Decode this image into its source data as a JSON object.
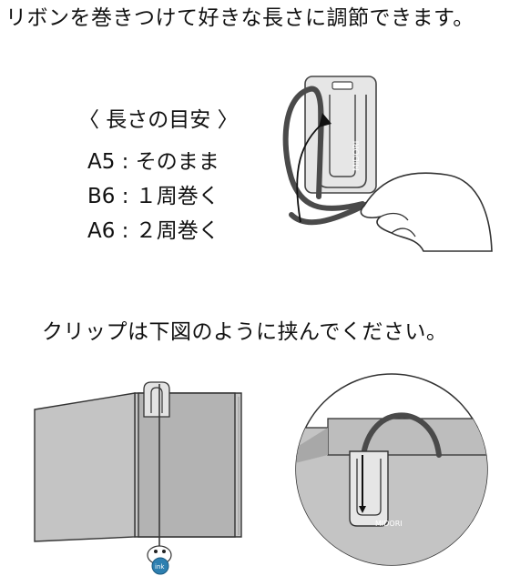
{
  "top_caption": "リボンを巻きつけて好きな長さに調節できます。",
  "guide": {
    "heading": "〈 長さの目安 〉",
    "lines": [
      "A5 : そのまま",
      "B6 : １周巻く",
      "A6 : ２周巻く"
    ]
  },
  "mid_caption": "クリップは下図のように挟んでください。",
  "brand_label": "MIDORI",
  "charm_label": "ink",
  "colors": {
    "clip_fill": "#d9d9d9",
    "book_cover": "#c8c8c8",
    "book_page": "#b3b3b3",
    "ribbon": "#4a4a4a",
    "outline": "#333333"
  }
}
